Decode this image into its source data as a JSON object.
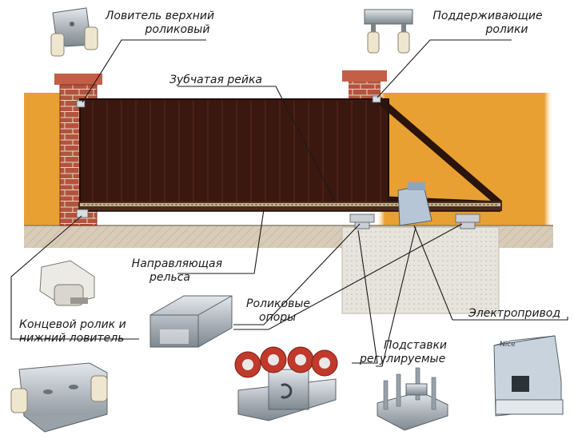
{
  "labels": {
    "upper_catcher": [
      "Ловитель верхний",
      "роликовый"
    ],
    "support_rollers": [
      "Поддерживающие",
      "ролики"
    ],
    "gear_rack": "Зубчатая рейка",
    "guide_rail": [
      "Направляющая",
      "рельса"
    ],
    "roller_bearings": [
      "Роликовые",
      "опоры"
    ],
    "electric_drive": "Электропривод",
    "end_roller": [
      "Концевой ролик и",
      "нижний ловитель"
    ],
    "adjustable_stands": [
      "Подставки",
      "регулируемые"
    ]
  },
  "motor_brand": "Nice",
  "colors": {
    "wall": "#e9a032",
    "brick": "#b4533c",
    "gate_panel": "#3a1810",
    "ground": "#d8ccb8",
    "foundation": "#e6e4dc",
    "metal": "#b9c0c6",
    "roller_red": "#c0392b"
  }
}
